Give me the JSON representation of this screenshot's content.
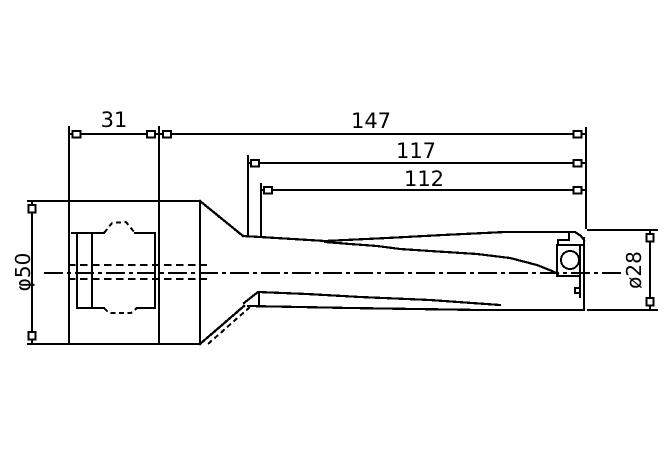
{
  "drawing": {
    "type": "technical-drawing",
    "subject": "indexable-insert drill with cylindrical shank holder, side view",
    "background_color": "#ffffff",
    "line_color": "#000000",
    "dimensions": {
      "shank_length": "31",
      "overall_length": "147",
      "length_to_insert": "117",
      "flute_length": "112",
      "shank_diameter": "φ50",
      "cutting_diameter": "ø28"
    }
  }
}
